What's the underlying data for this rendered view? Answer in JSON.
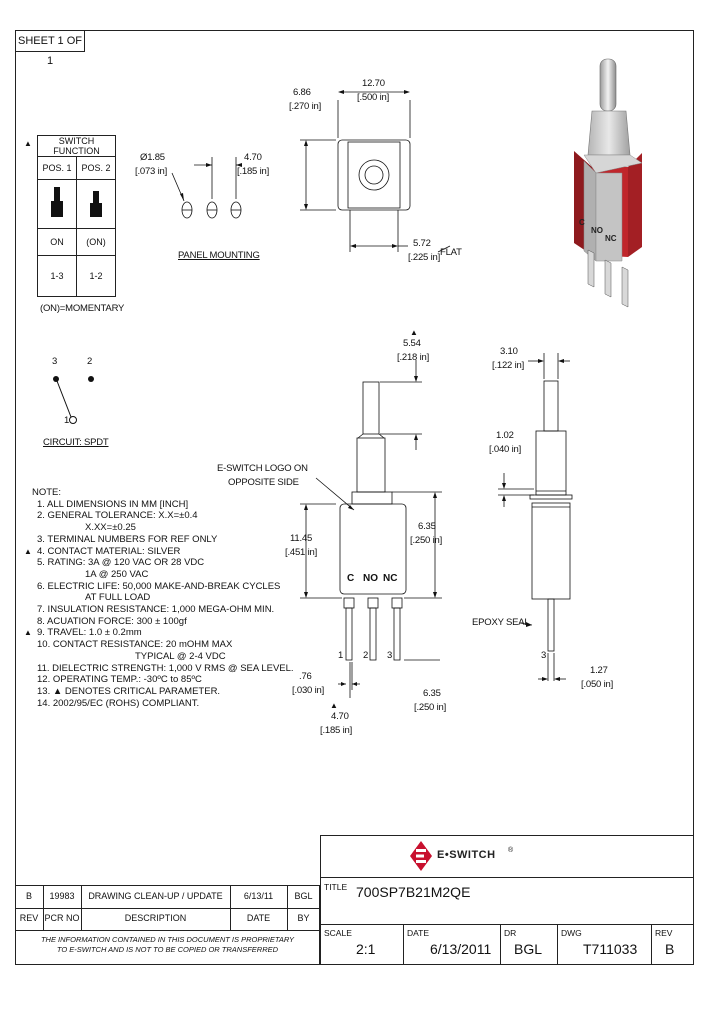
{
  "sheet": "SHEET 1 OF 1",
  "switch_function": {
    "marker": "▲",
    "header": "SWITCH FUNCTION",
    "pos1": "POS. 1",
    "pos2": "POS. 2",
    "state1": "ON",
    "state2": "(ON)",
    "conn1": "1-3",
    "conn2": "1-2",
    "footnote": "(ON)=MOMENTARY"
  },
  "circuit": {
    "pin3": "3",
    "pin2": "2",
    "pin1": "1",
    "label": "CIRCUIT: SPDT"
  },
  "panel_mounting": {
    "dia_mm": "Ø1.85",
    "dia_in": "[.073 in]",
    "spacing_mm": "4.70",
    "spacing_in": "[.185 in]",
    "label": "PANEL MOUNTING"
  },
  "top_view": {
    "h_mm": "6.86",
    "h_in": "[.270 in]",
    "w_mm": "12.70",
    "w_in": "[.500 in]",
    "flat_mm": "5.72",
    "flat_label": "FLAT",
    "flat_in": "[.225 in]"
  },
  "front_view": {
    "marker": "▲",
    "lever_mm": "5.54",
    "lever_in": "[.218 in]",
    "logo_note_1": "E-SWITCH LOGO ON",
    "logo_note_2": "OPPOSITE SIDE",
    "body_mm": "11.45",
    "body_in": "[.451 in]",
    "base_mm": "6.35",
    "base_in": "[.250 in]",
    "term_c": "C",
    "term_no": "NO",
    "term_nc": "NC",
    "pin1": "1",
    "pin2": "2",
    "pin3": "3",
    "pin_w_mm": ".76",
    "pin_w_in": "[.030 in]",
    "pitch_mm": "4.70",
    "pitch_in": "[.185 in]",
    "pin_len_mm": "6.35",
    "pin_len_in": "[.250 in]"
  },
  "side_view": {
    "lever_w_mm": "3.10",
    "lever_w_in": "[.122 in]",
    "collar_mm": "1.02",
    "collar_in": "[.040 in]",
    "epoxy": "EPOXY SEAL",
    "pin3": "3",
    "pin_t_mm": "1.27",
    "pin_t_in": "[.050 in]"
  },
  "notes": [
    {
      "mark": "",
      "text": "NOTE:"
    },
    {
      "mark": "",
      "text": "1. ALL DIMENSIONS IN MM [INCH]"
    },
    {
      "mark": "",
      "text": "2. GENERAL TOLERANCE: X.X=±0.4"
    },
    {
      "mark": "",
      "text": "X.XX=±0.25",
      "indent": true
    },
    {
      "mark": "",
      "text": "3. TERMINAL NUMBERS FOR REF ONLY"
    },
    {
      "mark": "▲",
      "text": "4. CONTACT MATERIAL: SILVER"
    },
    {
      "mark": "",
      "text": "5. RATING: 3A @ 120 VAC OR 28 VDC"
    },
    {
      "mark": "",
      "text": "1A @ 250 VAC",
      "indent": true
    },
    {
      "mark": "",
      "text": "6. ELECTRIC LIFE: 50,000 MAKE-AND-BREAK CYCLES"
    },
    {
      "mark": "",
      "text": "AT FULL LOAD",
      "indent": true
    },
    {
      "mark": "",
      "text": "7. INSULATION RESISTANCE: 1,000 MEGA-OHM MIN."
    },
    {
      "mark": "",
      "text": "8. ACUATION FORCE: 300 ± 100gf"
    },
    {
      "mark": "▲",
      "text": "9. TRAVEL: 1.0 ± 0.2mm"
    },
    {
      "mark": "",
      "text": "10. CONTACT RESISTANCE: 20 mOHM MAX"
    },
    {
      "mark": "",
      "text": "TYPICAL @ 2-4 VDC",
      "indent2": true
    },
    {
      "mark": "",
      "text": "11. DIELECTRIC STRENGTH: 1,000 V RMS @ SEA LEVEL."
    },
    {
      "mark": "",
      "text": "12. OPERATING TEMP.: -30ºC to 85ºC"
    },
    {
      "mark": "",
      "text": "13. ▲ DENOTES CRITICAL PARAMETER."
    },
    {
      "mark": "",
      "text": "14. 2002/95/EC (ROHS) COMPLIANT."
    }
  ],
  "revision": {
    "rev": "B",
    "pcr": "19983",
    "description": "DRAWING CLEAN-UP / UPDATE",
    "date": "6/13/11",
    "by": "BGL",
    "h_rev": "REV",
    "h_pcr": "PCR NO",
    "h_desc": "DESCRIPTION",
    "h_date": "DATE",
    "h_by": "BY",
    "proprietary_1": "THE INFORMATION CONTAINED IN THIS DOCUMENT IS PROPRIETARY",
    "proprietary_2": "TO E-SWITCH AND IS NOT TO BE COPIED OR TRANSFERRED"
  },
  "title_block": {
    "logo_text": "E•SWITCH",
    "logo_mark": "®",
    "title_label": "TITLE",
    "title": "700SP7B21M2QE",
    "scale_label": "SCALE",
    "scale": "2:1",
    "date_label": "DATE",
    "date": "6/13/2011",
    "dr_label": "DR",
    "dr": "BGL",
    "dwg_label": "DWG",
    "dwg": "T711033",
    "rev_label": "REV",
    "rev": "B"
  },
  "colors": {
    "line": "#222222",
    "red": "#c0262b",
    "red_dark": "#8e1a1e",
    "metal": "#cfcfcf",
    "brand": "#c8102e"
  }
}
